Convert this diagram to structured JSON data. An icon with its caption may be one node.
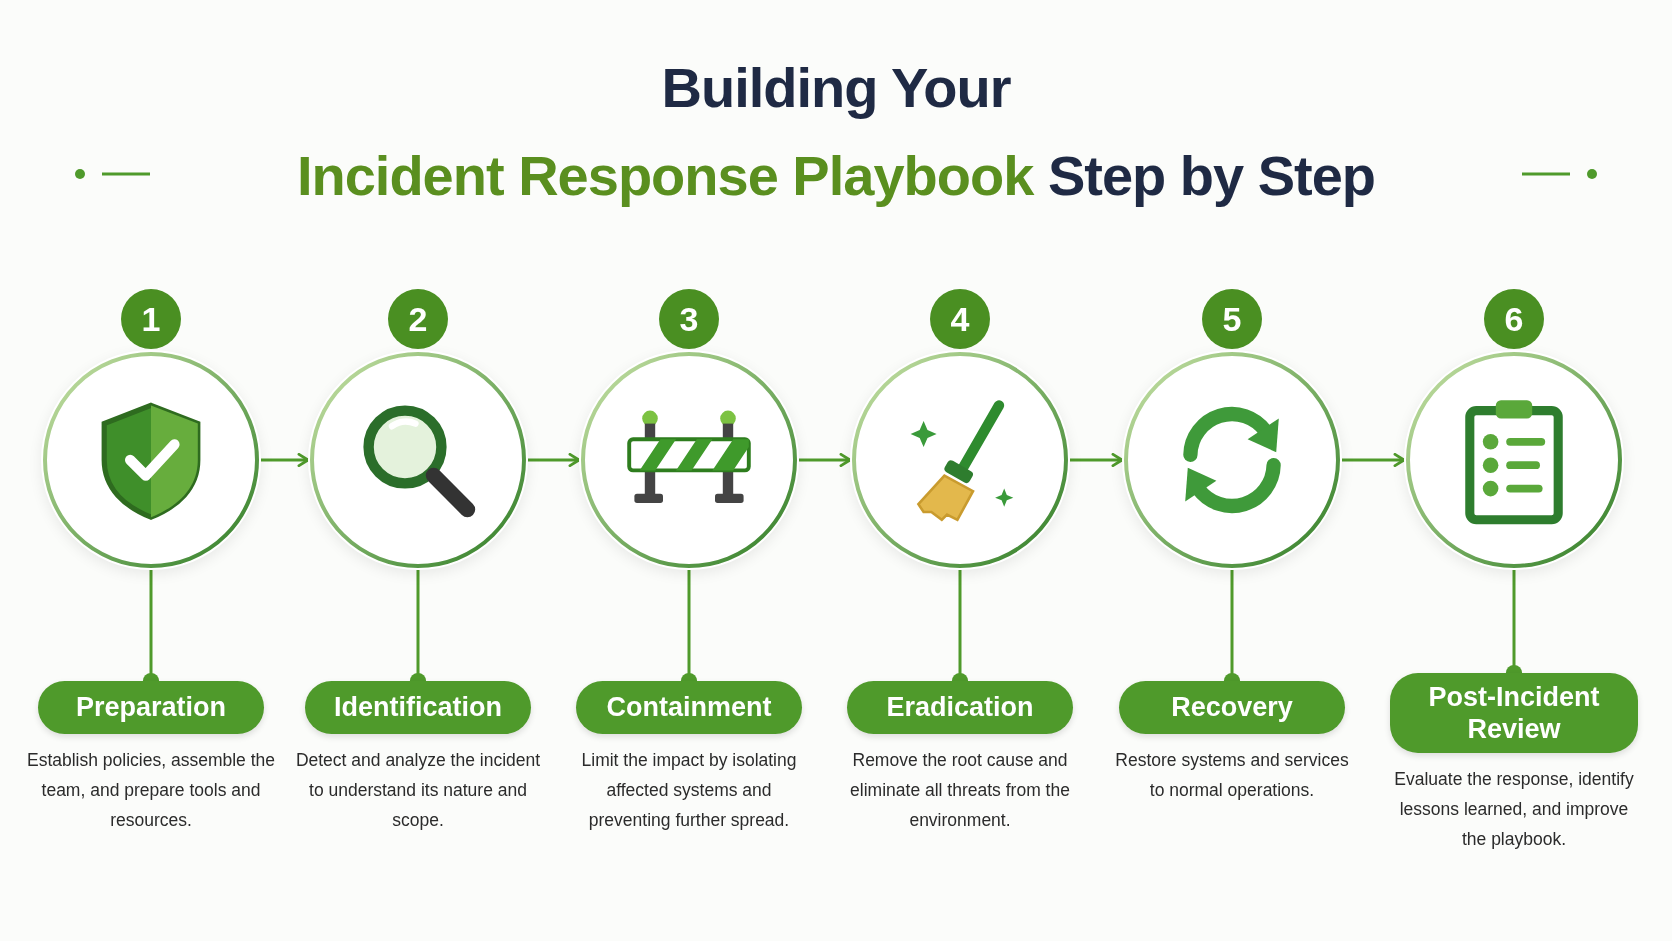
{
  "diagram": {
    "title": "Building Your **Incident Response Playbook** Step by Step",
    "nodes": [
      {
        "text": [
          "1"
        ]
      },
      {
        "text": [],
        "shape": "circle"
      },
      {
        "text": [
          "Preparation"
        ],
        "beside": [
          "Establish policies, assemble the team, and prepare tools and resources."
        ]
      },
      {
        "text": [
          "2"
        ]
      },
      {
        "text": [],
        "shape": "circle"
      },
      {
        "text": [
          "Identification"
        ],
        "beside": [
          "Detect and analyze the incident to understand its nature and scope."
        ]
      },
      {
        "text": [
          "3"
        ]
      },
      {
        "text": [],
        "shape": "circle"
      },
      {
        "text": [
          "Containment"
        ],
        "beside": [
          "Limit the impact by isolating affected systems and preventing further spread."
        ]
      },
      {
        "text": [
          "4"
        ]
      },
      {
        "text": [],
        "shape": "circle"
      },
      {
        "text": [
          "Eradication"
        ],
        "beside": [
          "Remove the root cause and eliminate all threats from the environment."
        ]
      },
      {
        "text": [
          "5"
        ]
      },
      {
        "text": [],
        "shape": "circle"
      },
      {
        "text": [
          "Recovery"
        ],
        "beside": [
          "Restore systems and services to normal operations."
        ]
      },
      {
        "text": [
          "6"
        ]
      },
      {
        "text": [],
        "shape": "circle"
      },
      {
        "text": [
          "Post-Incident Review"
        ],
        "beside": [
          "Evaluate the response, identify lessons learned, and improve the playbook."
        ]
      }
    ],
    "edges": [
      {
        "from": 1,
        "to": 4,
        "arrow": "to"
      },
      {
        "from": 4,
        "to": 7,
        "arrow": "to"
      },
      {
        "from": 7,
        "to": 10,
        "arrow": "to"
      },
      {
        "from": 10,
        "to": 13,
        "arrow": "to"
      },
      {
        "from": 13,
        "to": 16,
        "arrow": "to"
      },
      {
        "from": 1,
        "to": 2,
        "arrow": "other"
      },
      {
        "from": 4,
        "to": 5,
        "arrow": "other"
      },
      {
        "from": 7,
        "to": 8,
        "arrow": "other"
      },
      {
        "from": 10,
        "to": 11,
        "arrow": "other"
      },
      {
        "from": 13,
        "to": 14,
        "arrow": "other"
      },
      {
        "from": 16,
        "to": 17,
        "arrow": "other"
      }
    ]
  }
}
